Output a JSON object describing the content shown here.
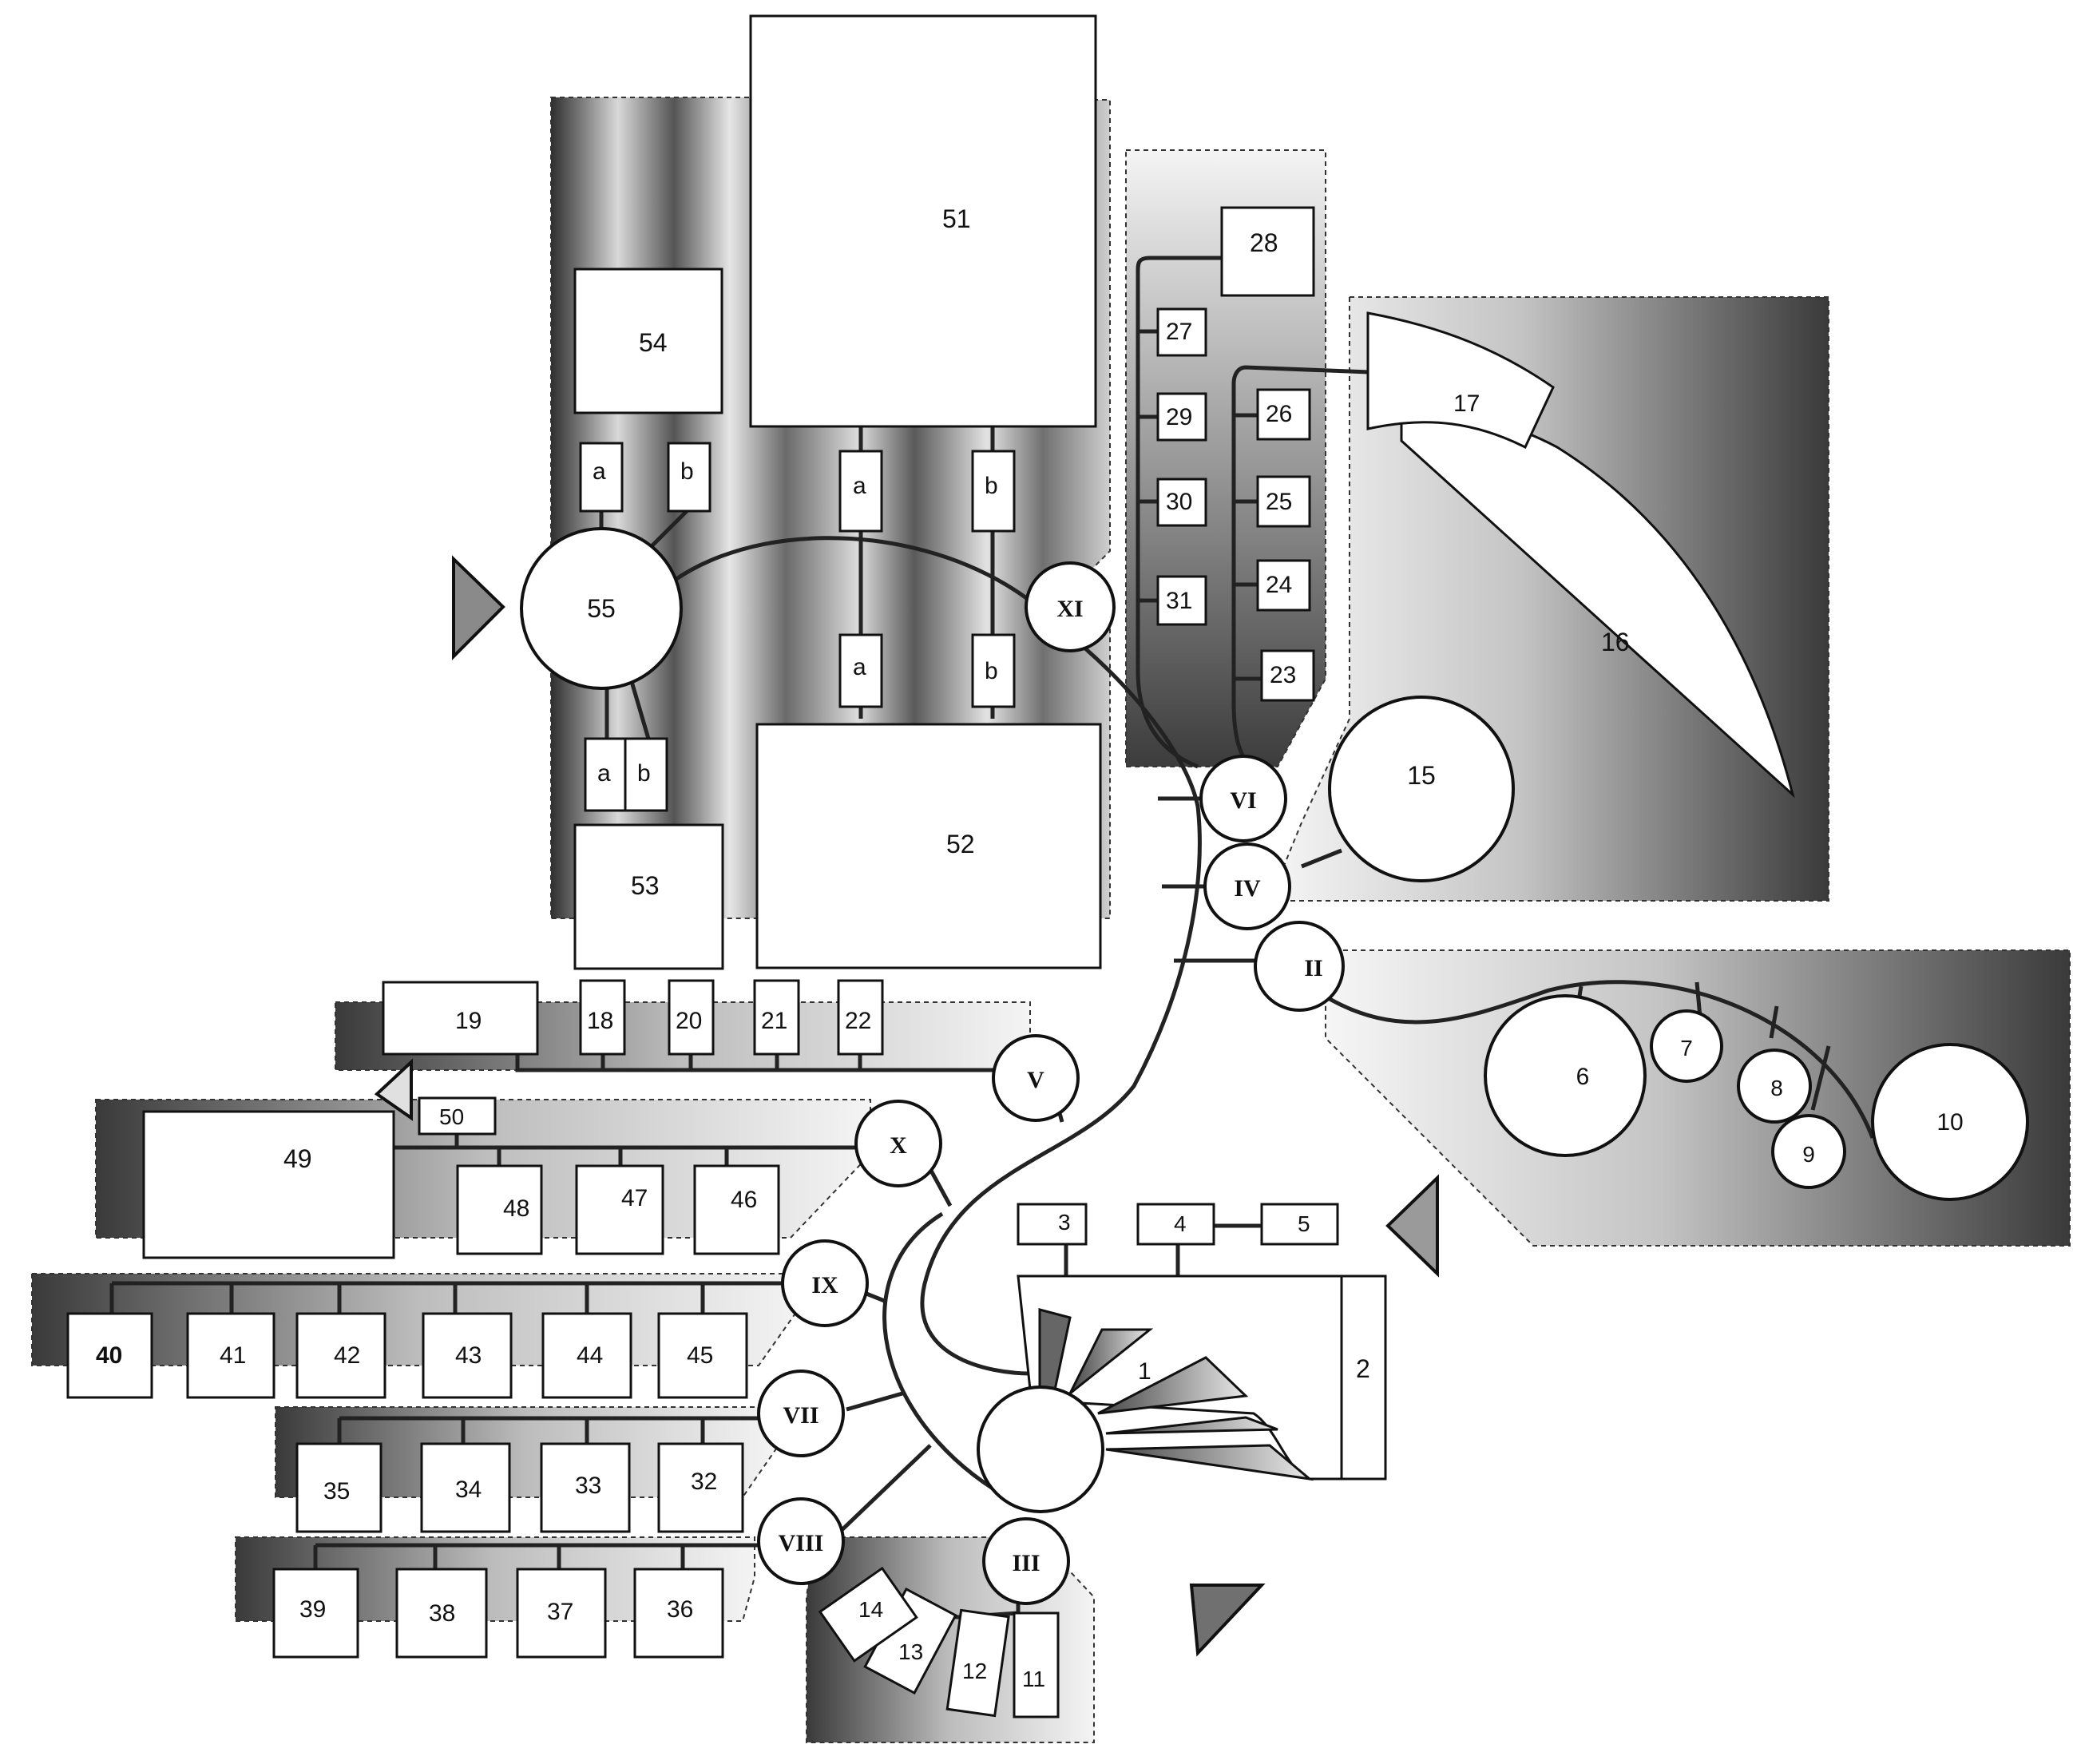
{
  "diagram": {
    "rooms": {
      "r1": "1",
      "r2": "2",
      "r3": "3",
      "r4": "4",
      "r5": "5",
      "r6": "6",
      "r7": "7",
      "r8": "8",
      "r9": "9",
      "r10": "10",
      "r11": "11",
      "r12": "12",
      "r13": "13",
      "r14": "14",
      "r15": "15",
      "r16": "16",
      "r17": "17",
      "r18": "18",
      "r19": "19",
      "r20": "20",
      "r21": "21",
      "r22": "22",
      "r23": "23",
      "r24": "24",
      "r25": "25",
      "r26": "26",
      "r27": "27",
      "r28": "28",
      "r29": "29",
      "r30": "30",
      "r31": "31",
      "r32": "32",
      "r33": "33",
      "r34": "34",
      "r35": "35",
      "r36": "36",
      "r37": "37",
      "r38": "38",
      "r39": "39",
      "r40": "40",
      "r41": "41",
      "r42": "42",
      "r43": "43",
      "r44": "44",
      "r45": "45",
      "r46": "46",
      "r47": "47",
      "r48": "48",
      "r49": "49",
      "r50": "50",
      "r51": "51",
      "r52": "52",
      "r53": "53",
      "r54": "54",
      "r55": "55"
    },
    "sub_labels": {
      "a": "a",
      "b": "b"
    },
    "junctions": {
      "II": "II",
      "III": "III",
      "IV": "IV",
      "V": "V",
      "VI": "VI",
      "VII": "VII",
      "VIII": "VIII",
      "IX": "IX",
      "X": "X",
      "XI": "XI"
    },
    "entrance_markers": [
      "triangle-left-55",
      "triangle-left-19",
      "triangle-left-right",
      "triangle-bottom-right"
    ]
  }
}
